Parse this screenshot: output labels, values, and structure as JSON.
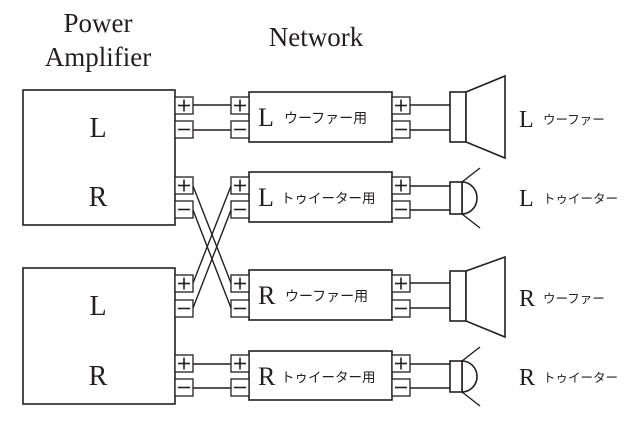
{
  "headers": {
    "amplifier_line1": "Power",
    "amplifier_line2": "Amplifier",
    "network": "Network"
  },
  "amplifiers": [
    {
      "channels": [
        "L",
        "R"
      ]
    },
    {
      "channels": [
        "L",
        "R"
      ]
    }
  ],
  "terminal_symbols": {
    "positive": "+",
    "negative": "−"
  },
  "networks": [
    {
      "channel": "L",
      "label": "ウーファー用"
    },
    {
      "channel": "L",
      "label": "トゥイーター用"
    },
    {
      "channel": "R",
      "label": "ウーファー用"
    },
    {
      "channel": "R",
      "label": "トゥイーター用"
    }
  ],
  "speakers": [
    {
      "channel": "L",
      "type": "woofer-icon",
      "label": "ウーファー"
    },
    {
      "channel": "L",
      "type": "tweeter-icon",
      "label": "トゥイーター"
    },
    {
      "channel": "R",
      "type": "woofer-icon",
      "label": "ウーファー"
    },
    {
      "channel": "R",
      "type": "tweeter-icon",
      "label": "トゥイーター"
    }
  ],
  "connections": [
    {
      "from": "amp1-L",
      "to": "network-L-woofer"
    },
    {
      "from": "amp1-R",
      "to": "network-R-woofer"
    },
    {
      "from": "amp2-L",
      "to": "network-L-tweeter"
    },
    {
      "from": "amp2-R",
      "to": "network-R-tweeter"
    }
  ]
}
